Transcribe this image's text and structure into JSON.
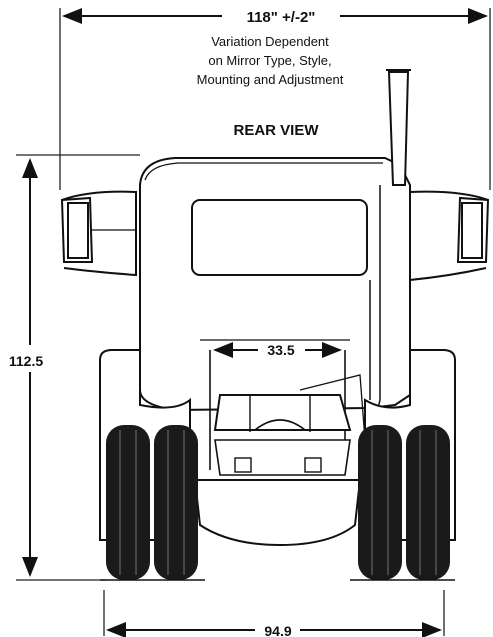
{
  "dimensions": {
    "overall_width": "118\" +/-2\"",
    "height": "112.5",
    "axle_track": "94.9",
    "frame_width": "33.5"
  },
  "note": {
    "line1": "Variation Dependent",
    "line2": "on Mirror Type, Style,",
    "line3": "Mounting and Adjustment"
  },
  "view_label": "REAR VIEW"
}
